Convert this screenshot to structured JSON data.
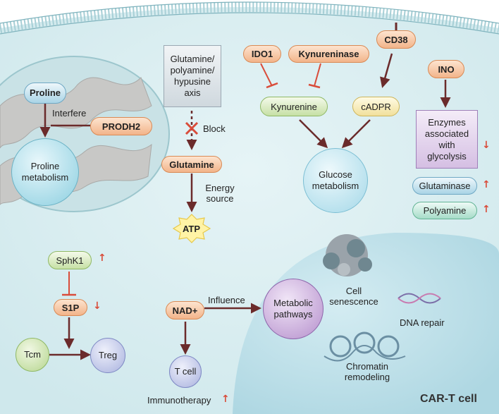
{
  "title": "CAR-T cell",
  "proline": {
    "node": "Proline",
    "interfere": "Interfere",
    "enzyme": "PRODH2",
    "metabolism": "Proline metabolism"
  },
  "glutamine": {
    "axis": "Glutamine/ polyamine/ hypusine axis",
    "block": "Block",
    "node": "Glutamine",
    "energy": "Energy source",
    "atp": "ATP"
  },
  "kynurenine": {
    "ido1": "IDO1",
    "kynureninase": "Kynureninase",
    "kynurenine": "Kynurenine",
    "cd38": "CD38",
    "cadpr": "cADPR",
    "glucose": "Glucose metabolism"
  },
  "ino": {
    "node": "INO",
    "enzymes": "Enzymes associated with glycolysis",
    "glutaminase": "Glutaminase",
    "polyamine": "Polyamine"
  },
  "sphk": {
    "sphk1": "SphK1",
    "s1p": "S1P",
    "tcm": "Tcm",
    "treg": "Treg"
  },
  "nad": {
    "node": "NAD+",
    "influence": "Influence",
    "tcell": "T cell",
    "immunotherapy": "Immunotherapy",
    "pathways": "Metabolic pathways"
  },
  "nucleus": {
    "senescence": "Cell senescence",
    "dna_repair": "DNA repair",
    "chromatin": "Chromatin remodeling"
  },
  "colors": {
    "arrow": "#6b2b2b",
    "inhibit": "#d94c3a",
    "up_down": "#d94c3a"
  }
}
